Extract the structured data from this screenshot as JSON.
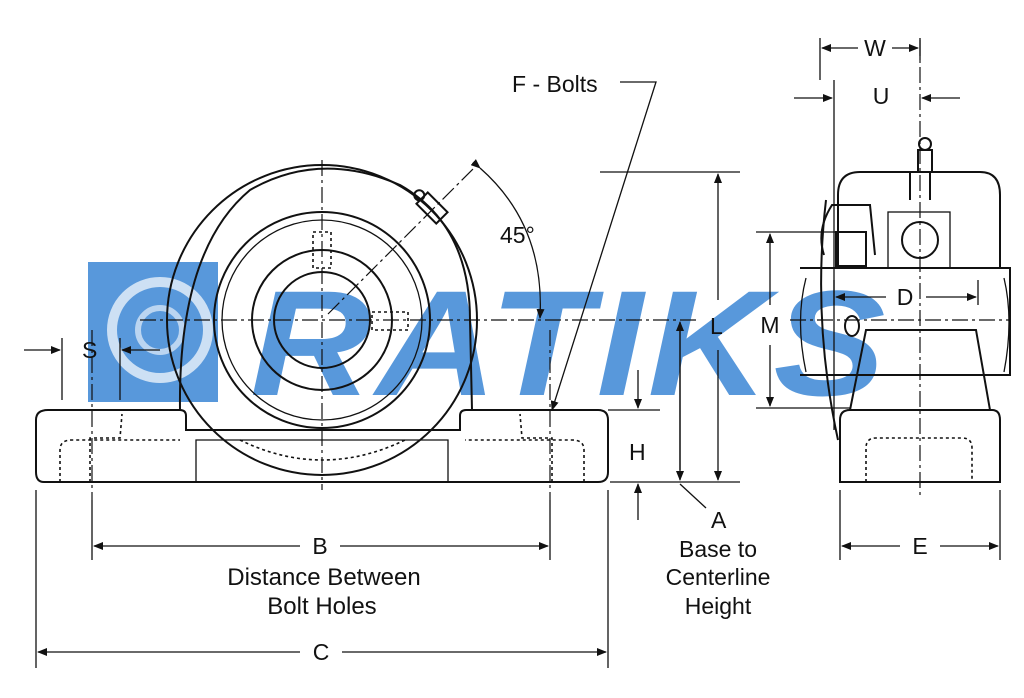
{
  "watermark": {
    "text": "RATIKS",
    "color": "#4a90d9"
  },
  "labels": {
    "f_bolts": "F - Bolts",
    "angle": "45°",
    "w": "W",
    "u": "U",
    "s": "S",
    "l": "L",
    "m": "M",
    "d": "D",
    "h": "H",
    "a": "A",
    "base_line1": "Base to",
    "base_line2": "Centerline",
    "base_line3": "Height",
    "b": "B",
    "b_caption_line1": "Distance Between",
    "b_caption_line2": "Bolt Holes",
    "c": "C",
    "e": "E"
  }
}
